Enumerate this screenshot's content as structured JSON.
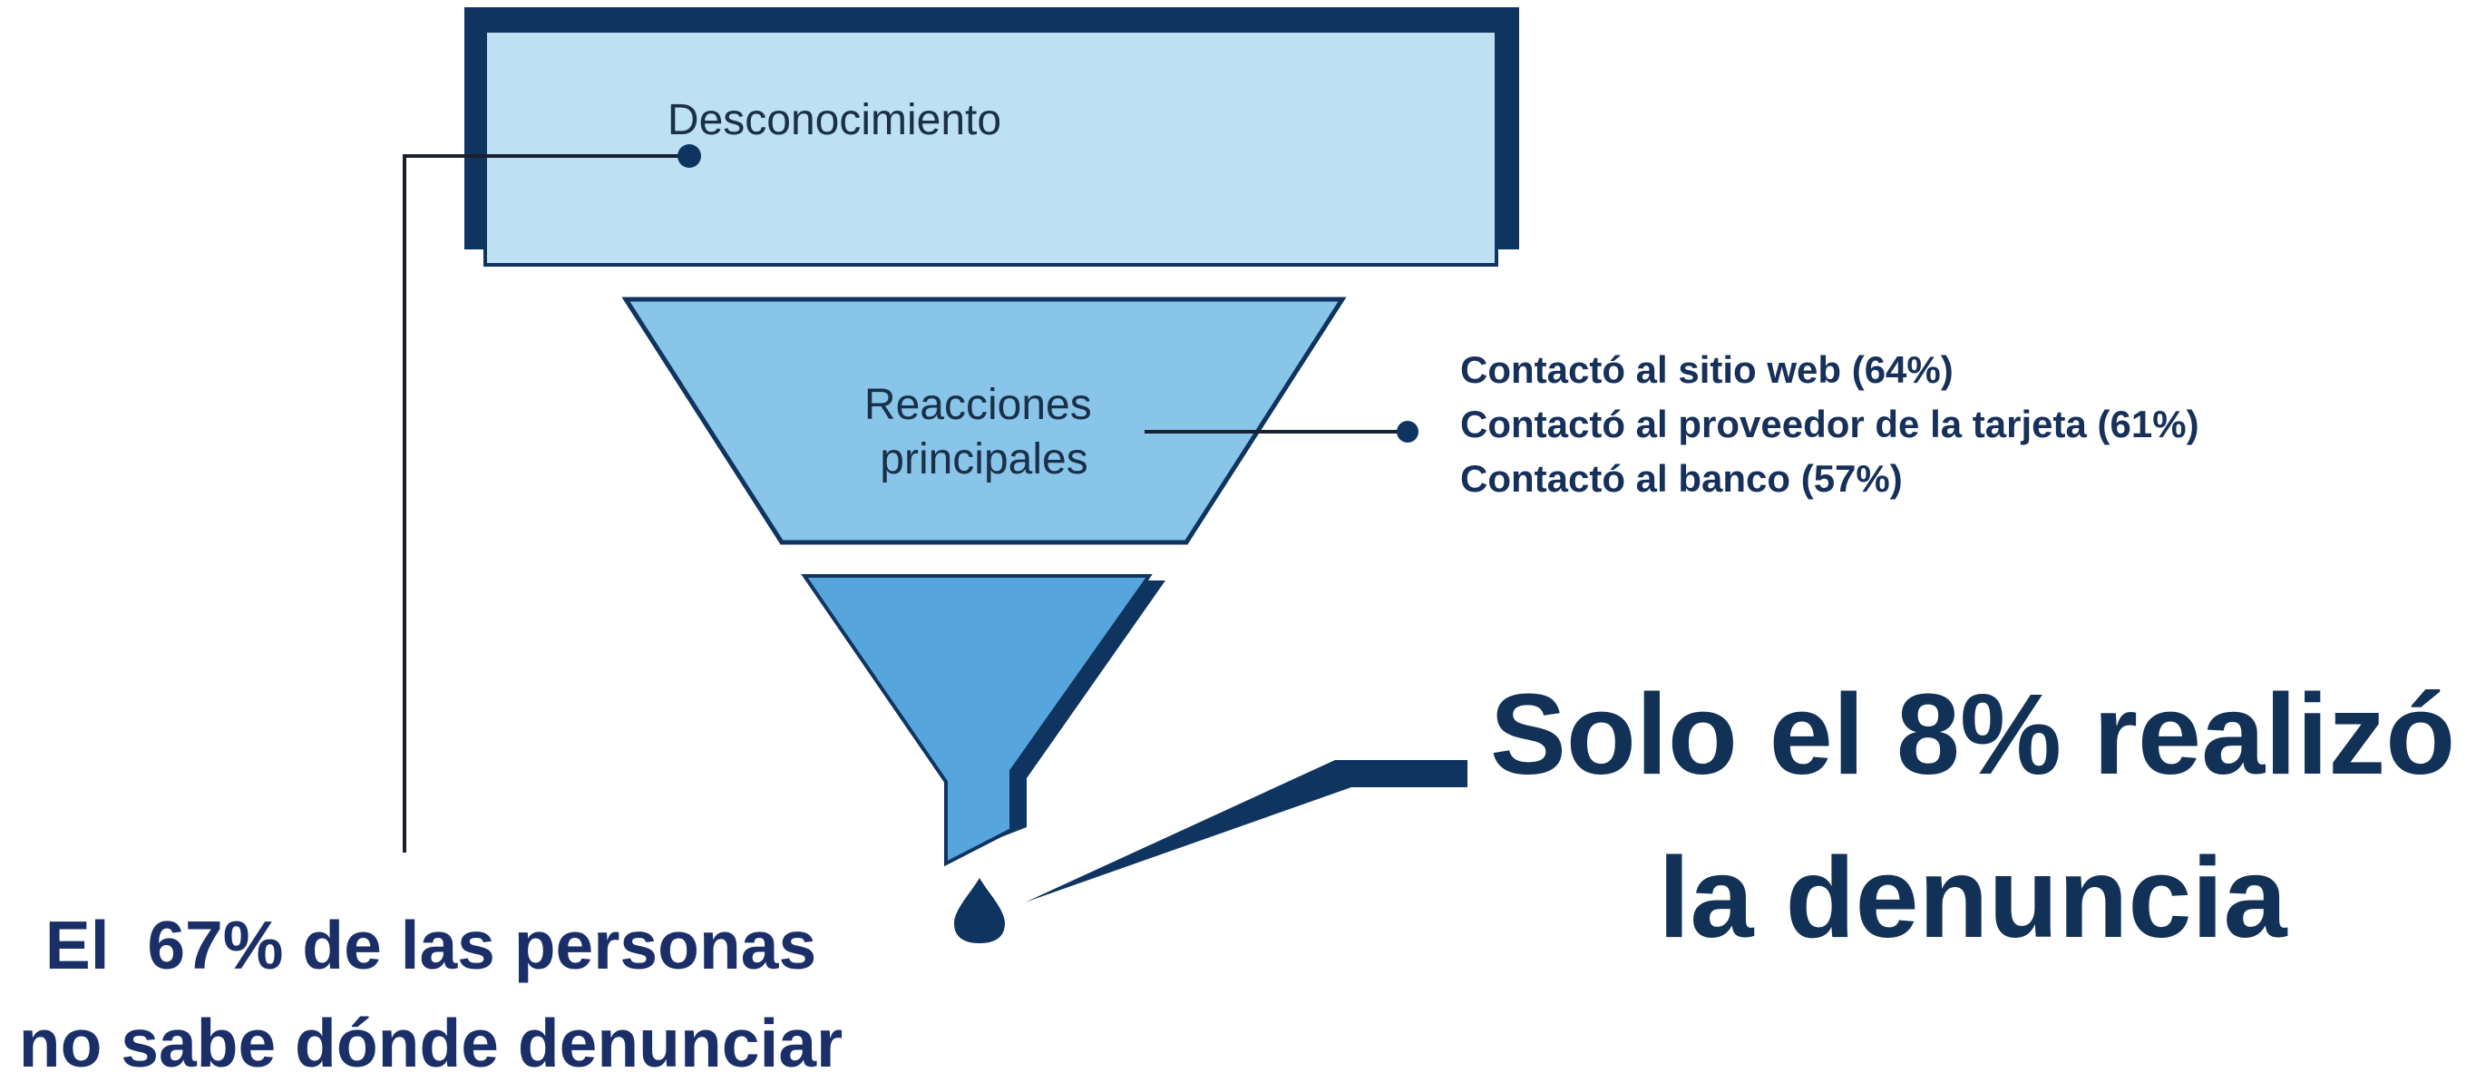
{
  "stages": [
    {
      "label": "Desconocimiento"
    },
    {
      "label_lines": [
        "Reacciones",
        "principales"
      ]
    },
    {
      "label": ""
    }
  ],
  "reactions": [
    {
      "text": "Contactó al sitio web (64%)"
    },
    {
      "text": "Contactó al proveedor de la tarjeta (61%)"
    },
    {
      "text": "Contactó al banco (57%)"
    }
  ],
  "callout_right": {
    "lines": [
      "Solo el 8% realizó",
      "la denuncia"
    ]
  },
  "callout_left": {
    "lines": [
      "El  67% de las personas",
      "no sabe dónde denunciar"
    ]
  },
  "colors": {
    "dark_navy": "#0f3460",
    "stage1_fill": "#bde0f2",
    "stage2_fill": "#89c5e8",
    "stage3_fill": "#56a6dd",
    "text_navy": "#16305a"
  }
}
